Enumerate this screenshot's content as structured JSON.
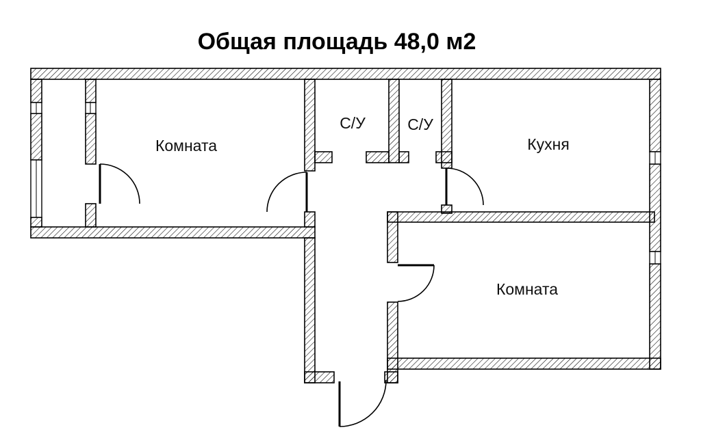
{
  "title": "Общая площадь 48,0 м2",
  "labels": {
    "room_left": "Комната",
    "bathroom_left": "С/У",
    "bathroom_right": "С/У",
    "kitchen": "Кухня",
    "room_right": "Комната"
  },
  "colors": {
    "ink": "#000000",
    "background": "#ffffff"
  }
}
